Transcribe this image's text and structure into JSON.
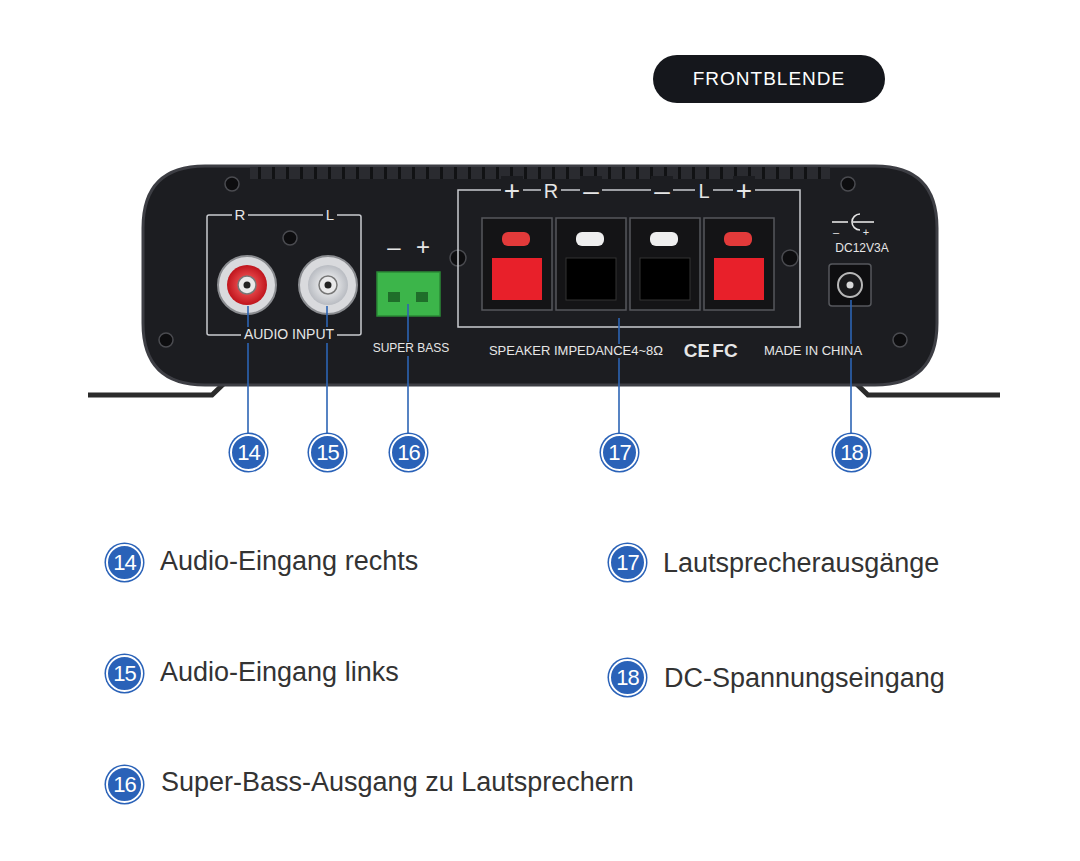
{
  "diagram": {
    "nodes": [
      {
        "text": [
          "FRONTBLENDE"
        ]
      },
      {
        "text": [
          "14"
        ]
      },
      {
        "text": [
          "15"
        ]
      },
      {
        "text": [
          "16"
        ]
      },
      {
        "text": [
          "17"
        ]
      },
      {
        "text": [
          "18"
        ]
      },
      {
        "text": [
          "14"
        ]
      },
      {
        "text": [
          "17"
        ]
      },
      {
        "text": [
          "15"
        ]
      },
      {
        "text": [
          "18"
        ]
      },
      {
        "text": [
          "16"
        ]
      }
    ],
    "labels": [
      "R",
      "L",
      "AUDIO INPUT",
      "–",
      "+",
      "SUPER BASS",
      "+",
      "R",
      "–",
      "–",
      "L",
      "+",
      "SPEAKER IMPEDANCE4~8Ω",
      "CE",
      "FC",
      "MADE IN CHINA",
      "–",
      "+",
      "DC12V3A",
      "Audio-Eingang rechts",
      "Audio-Eingang links",
      "Super-Bass-Ausgang zu Lautsprechern",
      "Lautsprecherausgänge",
      "DC-Spannungseingang"
    ]
  }
}
